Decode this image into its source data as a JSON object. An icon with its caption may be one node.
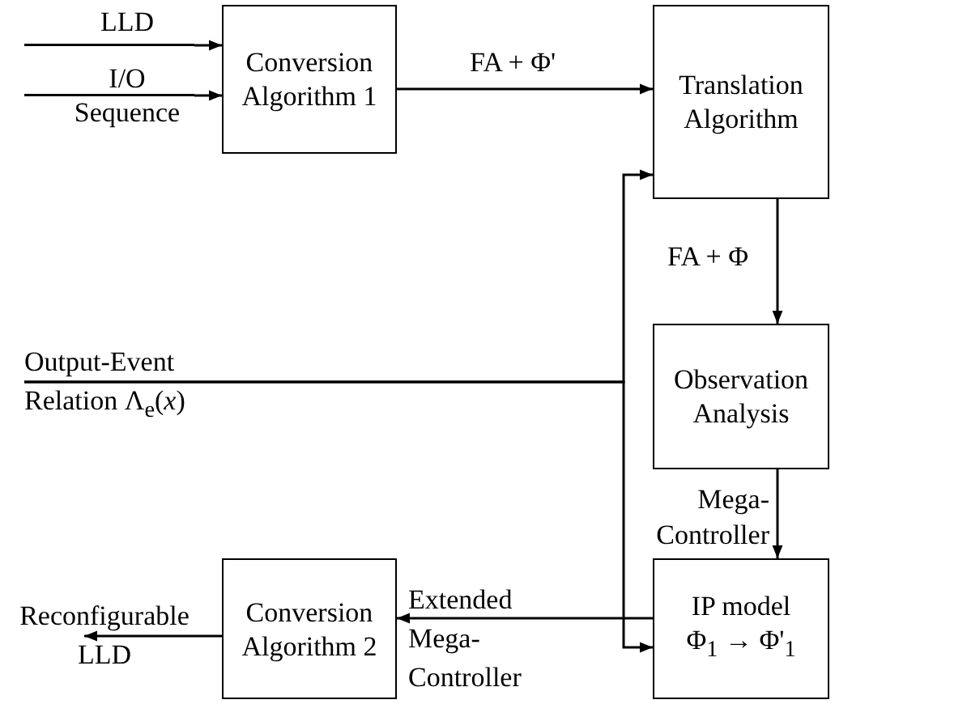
{
  "diagram": {
    "nodes": [
      {
        "text": [
          "LLD"
        ]
      },
      {
        "text": [
          "I/O Sequence"
        ]
      },
      {
        "text": [
          "Conversion Algorithm 1"
        ]
      },
      {
        "text": [
          "Translation Algorithm"
        ]
      },
      {
        "text": [
          "Observation Analysis"
        ]
      },
      {
        "text": [
          "Output-Event Relation Λ$_{e}$(*x*)"
        ]
      },
      {
        "text": [
          "IP model",
          "Φ$_{1}$ → Φ'$_{1}$"
        ]
      },
      {
        "text": [
          "Conversion Algorithm 2"
        ]
      },
      {
        "text": [
          "Reconfigurable LLD"
        ]
      }
    ],
    "edges": [
      {
        "from": 0,
        "to": 2,
        "arrow": "to"
      },
      {
        "from": 1,
        "to": 2,
        "arrow": "to"
      },
      {
        "from": 2,
        "to": 3,
        "arrow": "to",
        "label": "FA + Φ'"
      },
      {
        "from": 3,
        "to": 4,
        "arrow": "to",
        "label": "FA + Φ"
      },
      {
        "from": 5,
        "to": 3,
        "arrow": "to"
      },
      {
        "from": 5,
        "to": 6,
        "arrow": "to"
      },
      {
        "from": 4,
        "to": 6,
        "arrow": "to",
        "label": "Mega-Controller"
      },
      {
        "from": 6,
        "to": 7,
        "arrow": "to",
        "label": "Extended Mega-Controller"
      },
      {
        "from": 7,
        "to": 8,
        "arrow": "to"
      }
    ]
  }
}
